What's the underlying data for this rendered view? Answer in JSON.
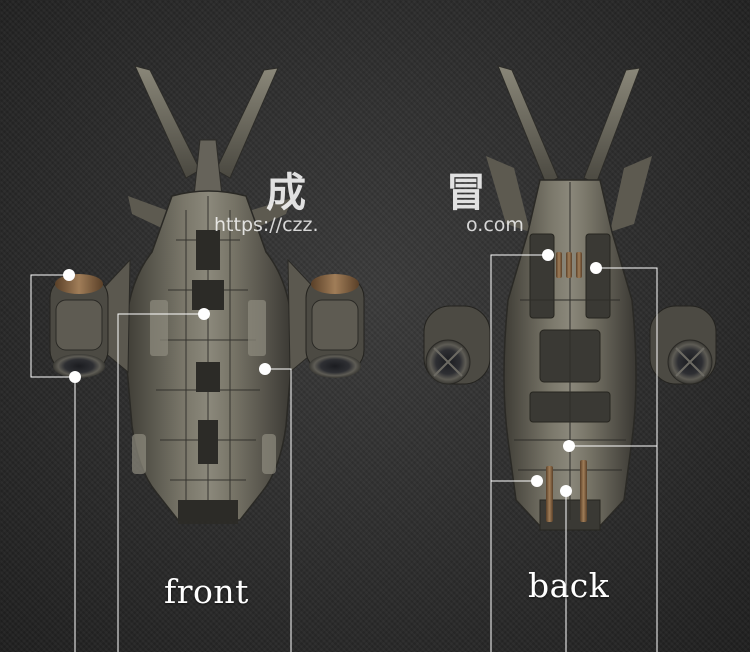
{
  "labels": {
    "front": "front",
    "back": "back"
  },
  "watermark": {
    "chinese_left": "成",
    "chinese_right": "冒",
    "url_left": "https://czz.",
    "url_right": "o.com"
  },
  "colors": {
    "background": "#2b2b2b",
    "metal": "#6d6a5e",
    "metal_dark": "#3c3b35",
    "bronze": "#8a6a48",
    "callout": "#ffffff"
  }
}
